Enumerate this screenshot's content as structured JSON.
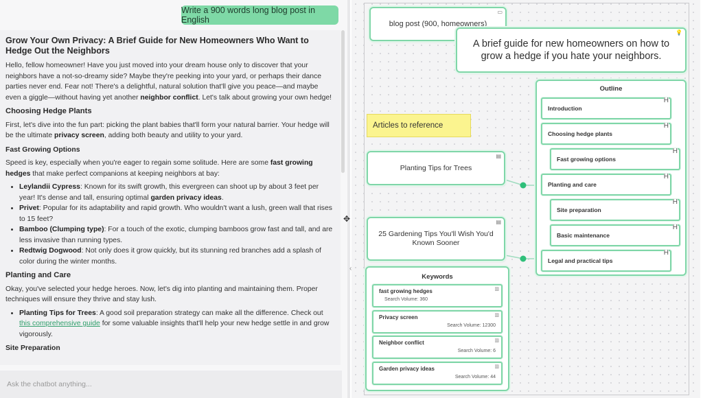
{
  "chat": {
    "user_message": "Write a 900 words long blog post in English",
    "input_placeholder": "Ask the chatbot anything...",
    "answer": {
      "title": "Grow Your Own Privacy: A Brief Guide for New Homeowners Who Want to Hedge Out the Neighbors",
      "intro": {
        "t1": "Hello, fellow homeowner! Have you just moved into your dream house only to discover that your neighbors have a not-so-dreamy side? Maybe they're peeking into your yard, or perhaps their dance parties never end. Fear not! There's a delightful, natural solution that'll give you peace—and maybe even a giggle—without having yet another ",
        "b1": "neighbor conflict",
        "t2": ". Let's talk about growing your own hedge!"
      },
      "section1": {
        "heading": "Choosing Hedge Plants",
        "t1": "First, let's dive into the fun part: picking the plant babies that'll form your natural barrier. Your hedge will be the ultimate ",
        "b1": "privacy screen",
        "t2": ", adding both beauty and utility to your yard."
      },
      "section2": {
        "heading": "Fast Growing Options",
        "t1": "Speed is key, especially when you're eager to regain some solitude. Here are some ",
        "b1": "fast growing hedges",
        "t2": " that make perfect companions at keeping neighbors at bay:",
        "items": [
          {
            "name": "Leylandii Cypress",
            "text": ": Known for its swift growth, this evergreen can shoot up by about 3 feet per year! It's dense and tall, ensuring optimal ",
            "bold2": "garden privacy ideas",
            "text2": "."
          },
          {
            "name": "Privet",
            "text": ": Popular for its adaptability and rapid growth. Who wouldn't want a lush, green wall that rises to 15 feet?",
            "bold2": "",
            "text2": ""
          },
          {
            "name": "Bamboo (Clumping type)",
            "text": ": For a touch of the exotic, clumping bamboos grow fast and tall, and are less invasive than running types.",
            "bold2": "",
            "text2": ""
          },
          {
            "name": "Redtwig Dogwood",
            "text": ": Not only does it grow quickly, but its stunning red branches add a splash of color during the winter months.",
            "bold2": "",
            "text2": ""
          }
        ]
      },
      "section3": {
        "heading": "Planting and Care",
        "text": "Okay, you've selected your hedge heroes. Now, let's dig into planting and maintaining them. Proper techniques will ensure they thrive and stay lush.",
        "item_name": "Planting Tips for Trees",
        "item_t1": ": A good soil preparation strategy can make all the difference. Check out ",
        "item_link": "this comprehensive guide",
        "item_t2": " for some valuable insights that'll help your new hedge settle in and grow vigorously."
      },
      "section4": {
        "heading": "Site Preparation"
      }
    }
  },
  "canvas": {
    "topic_node": "blog post (900, homeowners)",
    "title_node": "A brief guide for new homeowners on how to grow a hedge if you hate your neighbors.",
    "articles_label": "Articles to reference",
    "articles": [
      "Planting Tips for Trees",
      "25 Gardening Tips You'll Wish You'd Known Sooner"
    ],
    "outline": {
      "title": "Outline",
      "heading_mark": "H",
      "items": [
        "Introduction",
        "Choosing hedge plants",
        "Fast growing options",
        "Planting and care",
        "Site preparation",
        "Basic maintenance",
        "Legal and practical tips"
      ]
    },
    "keywords": {
      "title": "Keywords",
      "items": [
        {
          "name": "fast growing hedges",
          "volume": "Search Volume: 360"
        },
        {
          "name": "Privacy screen",
          "volume": "Search Volume: 12300"
        },
        {
          "name": "Neighbor conflict",
          "volume": "Search Volume: 6"
        },
        {
          "name": "Garden privacy ideas",
          "volume": "Search Volume: 44"
        }
      ]
    },
    "colors": {
      "node_border": "#7fd6a8",
      "connector": "#2fbf7a",
      "user_bubble": "#7ed9a6",
      "sticky_note": "#fbf48f"
    }
  }
}
